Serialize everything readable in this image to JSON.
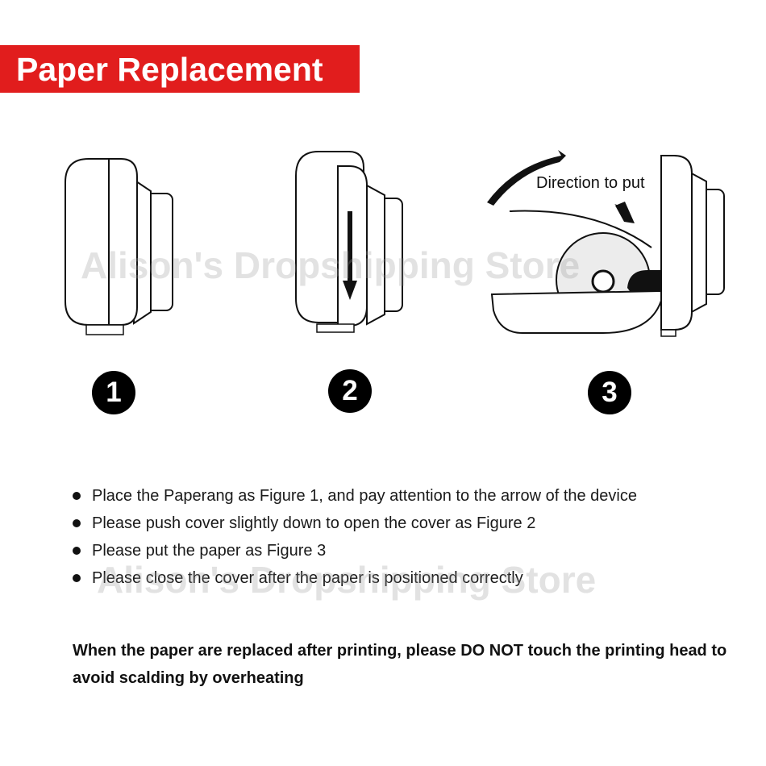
{
  "header": {
    "title": "Paper Replacement"
  },
  "figures": [
    {
      "step": "1"
    },
    {
      "step": "2"
    },
    {
      "step": "3",
      "label": "Direction to put"
    }
  ],
  "watermark": "Alison's Dropshipping Store",
  "instructions": [
    "Place the Paperang as Figure 1, and pay attention to the arrow of the device",
    "Please push cover slightly down to open the cover as Figure 2",
    "Please put the paper as Figure 3",
    "Please close the cover after the paper is positioned correctly"
  ],
  "warning": "When the paper are replaced after printing, please DO NOT touch the printing head to avoid scalding by overheating",
  "colors": {
    "banner": "#e11d1d",
    "badge": "#000000",
    "text": "#111111"
  }
}
